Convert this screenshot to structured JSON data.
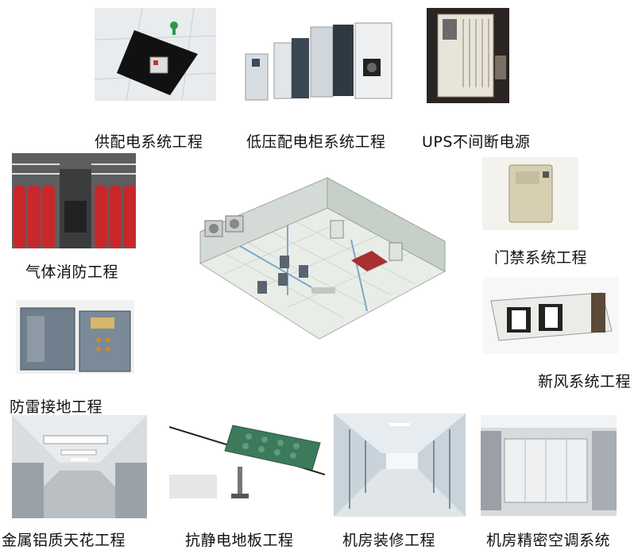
{
  "captions": {
    "power_supply": "供配电系统工程",
    "low_voltage_cabinet": "低压配电柜系统工程",
    "ups": "UPS不间断电源",
    "gas_fire": "气体消防工程",
    "access_control": "门禁系统工程",
    "fresh_air": "新风系统工程",
    "lightning_grounding": "防雷接地工程",
    "aluminum_ceiling": "金属铝质天花工程",
    "antistatic_floor": "抗静电地板工程",
    "room_decoration": "机房装修工程",
    "precision_ac": "机房精密空调系统"
  },
  "icons": {
    "power_supply": "floor-outlet-photo",
    "low_voltage_cabinet": "switchgear-cabinets-photo",
    "ups": "ups-cabinet-photo",
    "gas_fire": "gas-cylinders-photo",
    "access_control": "door-reader-photo",
    "fresh_air": "air-unit-photo",
    "lightning_grounding": "electrical-box-photo",
    "aluminum_ceiling": "ceiling-corridor-photo",
    "antistatic_floor": "raised-floor-photo",
    "room_decoration": "glass-corridor-photo",
    "precision_ac": "ac-units-photo",
    "center": "server-room-3d-plan"
  },
  "colors": {
    "cylinder_red": "#c8282a",
    "floor_green": "#3d7a5c",
    "cabinet_gray": "#5a6470"
  }
}
